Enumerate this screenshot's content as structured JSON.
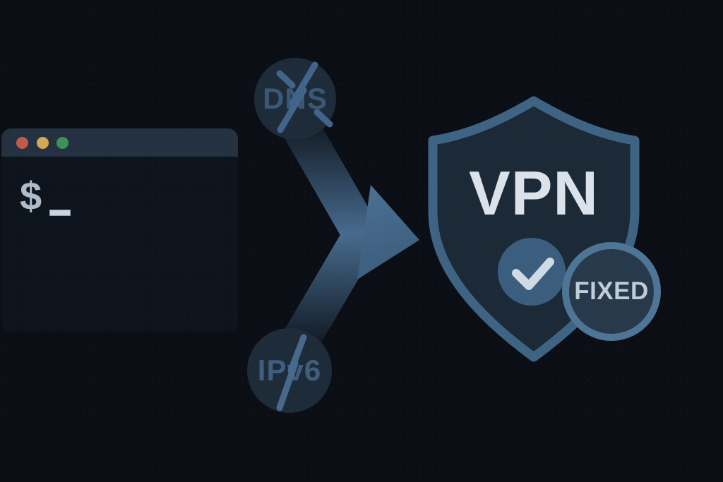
{
  "background": {
    "color": "#0b0f15"
  },
  "terminal": {
    "prompt_symbol": "$",
    "cursor_glyph": "_",
    "titlebar_color": "#233140",
    "body_color": "#0e141c",
    "buttons": [
      {
        "name": "close",
        "color": "#c15a4b"
      },
      {
        "name": "minimize",
        "color": "#d3a852"
      },
      {
        "name": "zoom",
        "color": "#3f9059"
      }
    ]
  },
  "leak_badges": {
    "dns": {
      "label": "DNS",
      "circle_color": "#1e2b39",
      "text_color": "#3a5876",
      "slash_color": "#41648a"
    },
    "ipv6": {
      "label": "IPv6",
      "circle_color": "#1e2b39",
      "text_color": "#3f5f80",
      "slash_color": "#47698c"
    }
  },
  "arrow": {
    "mid_color": "#476b8e",
    "end_color": "#131c26",
    "head_color": "#40617f"
  },
  "shield": {
    "label": "VPN",
    "fill_color": "#1c2936",
    "border_color": "#3e6383",
    "label_color": "#dbe2e9",
    "check_circle_color": "#3b5e7e",
    "check_color": "#cfdae4"
  },
  "status_badge": {
    "label": "FIXED",
    "fill_color": "#27394a",
    "ring_color": "#4d7596",
    "text_color": "#c0cdd9"
  }
}
